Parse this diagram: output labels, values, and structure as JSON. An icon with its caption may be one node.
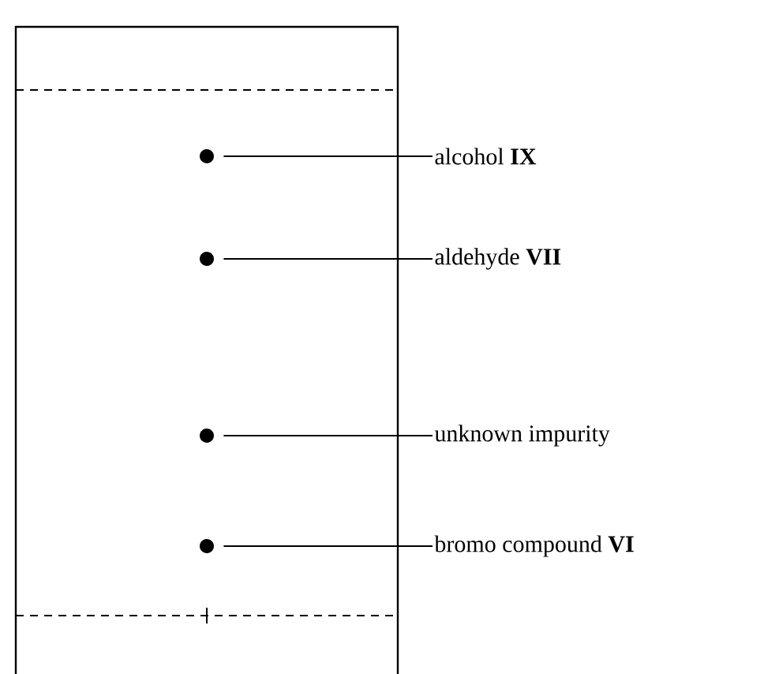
{
  "diagram": {
    "nodes": [
      {
        "text": [
          "alcohol **IX**"
        ]
      },
      {
        "text": [
          "aldehyde **VII**"
        ]
      },
      {
        "text": [
          "unknown impurity"
        ]
      },
      {
        "text": [
          "bromo compound **VI**"
        ]
      },
      {
        "text": [],
        "shape": "circle"
      },
      {
        "text": [],
        "shape": "circle"
      },
      {
        "text": [],
        "shape": "circle"
      },
      {
        "text": [],
        "shape": "circle"
      }
    ],
    "edges": [
      {
        "from": 0,
        "to": 4,
        "arrow": "none"
      },
      {
        "from": 1,
        "to": 5,
        "arrow": "none"
      },
      {
        "from": 2,
        "to": 6,
        "arrow": "none"
      },
      {
        "from": 3,
        "to": 7,
        "arrow": "none"
      }
    ]
  }
}
